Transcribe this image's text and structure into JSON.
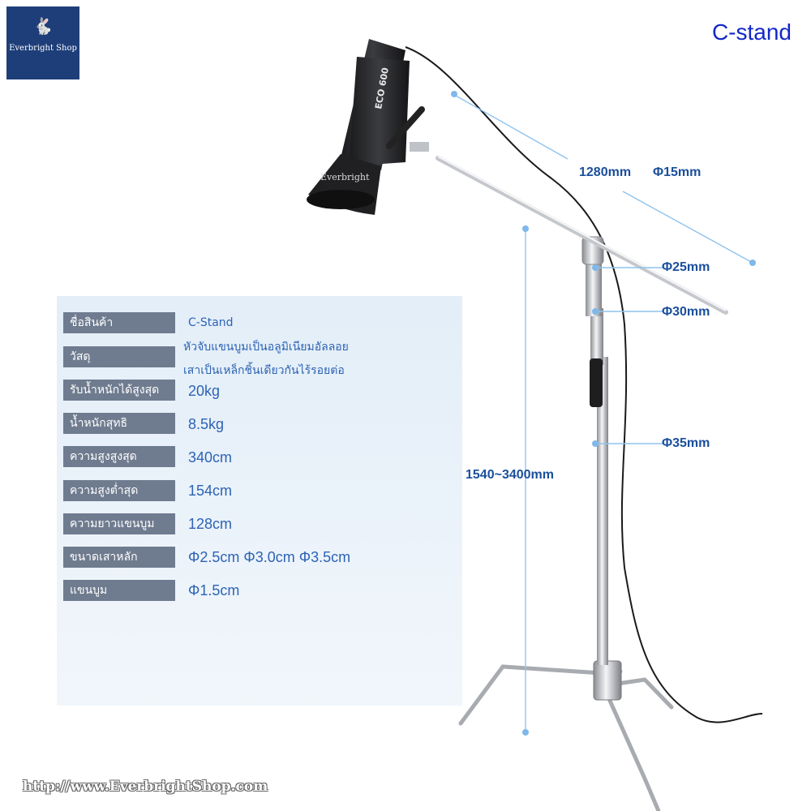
{
  "brand": {
    "logo_text": "Everbright Shop",
    "logo_glyph": "rabbit-icon",
    "light_watermark": "Everbright",
    "light_model": "ECO 600"
  },
  "page": {
    "title": "C-stand",
    "footer_url": "http://www.EverbrightShop.com"
  },
  "specs": [
    {
      "label": "ชื่อสินค้า",
      "value": "C-Stand"
    },
    {
      "label": "วัสดุ",
      "value": "หัวจับแขนบูมเป็นอลูมิเนียมอัลลอย",
      "value2": "เสาเป็นเหล็กชิ้นเดียวกันไร้รอยต่อ"
    },
    {
      "label": "รับน้ำหนักได้สูงสุด",
      "value": "20kg"
    },
    {
      "label": "น้ำหนักสุทธิ",
      "value": "8.5kg"
    },
    {
      "label": "ความสูงสูงสุด",
      "value": "340cm"
    },
    {
      "label": "ความสูงต่ำสุด",
      "value": "154cm"
    },
    {
      "label": "ความยาวแขนบูม",
      "value": "128cm"
    },
    {
      "label": "ขนาดเสาหลัก",
      "value": "Φ2.5cm Φ3.0cm Φ3.5cm"
    },
    {
      "label": "แขนบูม",
      "value": "Φ1.5cm"
    }
  ],
  "dimensions": {
    "boom_length": "1280mm",
    "boom_diameter": "Φ15mm",
    "d25": "Φ25mm",
    "d30": "Φ30mm",
    "d35": "Φ35mm",
    "height_range": "1540~3400mm"
  },
  "colors": {
    "title": "#1328c8",
    "dimension_text": "#1a4f9c",
    "dimension_line": "#8fc3ee",
    "label_bg": "#6f7b8f",
    "value_text": "#2d63b5",
    "logo_bg": "#1e3e7a"
  }
}
